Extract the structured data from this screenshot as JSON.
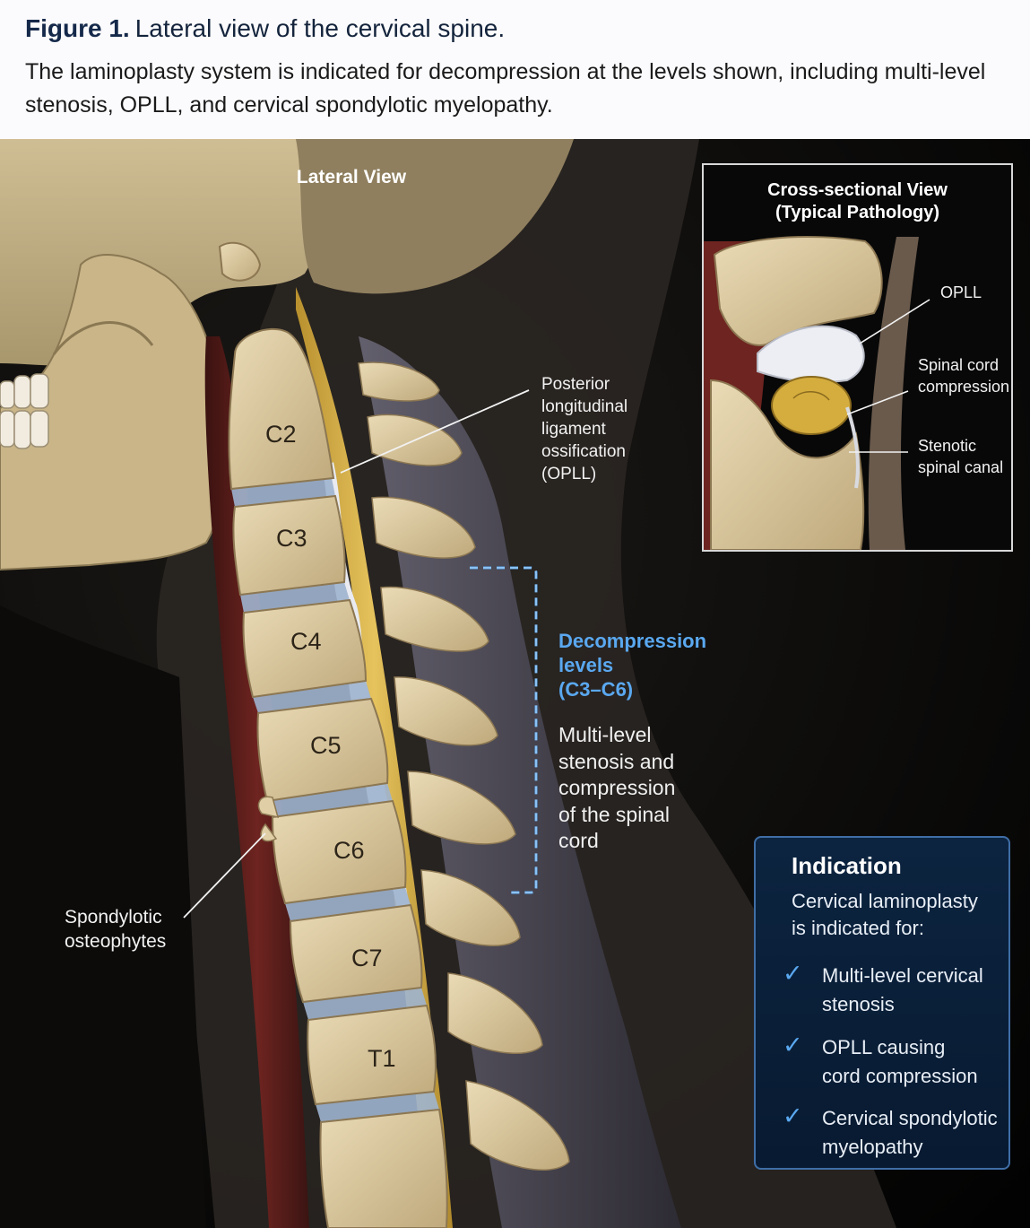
{
  "figure": {
    "number": "Figure 1.",
    "title": "Lateral view of the cervical spine.",
    "caption": "The laminoplasty system is indicated for decompression at the levels shown, including multi-level stenosis, OPLL, and cervical spondylotic myelopathy."
  },
  "lateral_view": {
    "title": "Lateral View",
    "vertebrae": [
      "C2",
      "C3",
      "C4",
      "C5",
      "C6",
      "C7",
      "T1"
    ],
    "opll_label": "Posterior\nlongitudinal\nligament\nossification\n(OPLL)",
    "osteophyte_label": "Spondylotic\nosteophytes",
    "decompression_title": "Decompression\nlevels\n(C3–C6)",
    "decompression_text": "Multi-level\nstenosis and\ncompression\nof the spinal\ncord"
  },
  "inset": {
    "title": "Cross-sectional View\n(Typical Pathology)",
    "labels": [
      "OPLL",
      "Spinal cord\ncompression",
      "Stenotic\nspinal canal"
    ]
  },
  "indication": {
    "title": "Indication",
    "lead": "Cervical laminoplasty\nis indicated for:",
    "items": [
      "Multi-level cervical\nstenosis",
      "OPLL causing\ncord compression",
      "Cervical spondylotic\nmyelopathy"
    ]
  },
  "colors": {
    "bone": "#dccba3",
    "spinal_cord": "#d2ad45",
    "opll": "#e6e8ee",
    "accent_blue": "#5aa8f0",
    "panel_bg": "#0c2440",
    "title_navy": "#14243c"
  }
}
